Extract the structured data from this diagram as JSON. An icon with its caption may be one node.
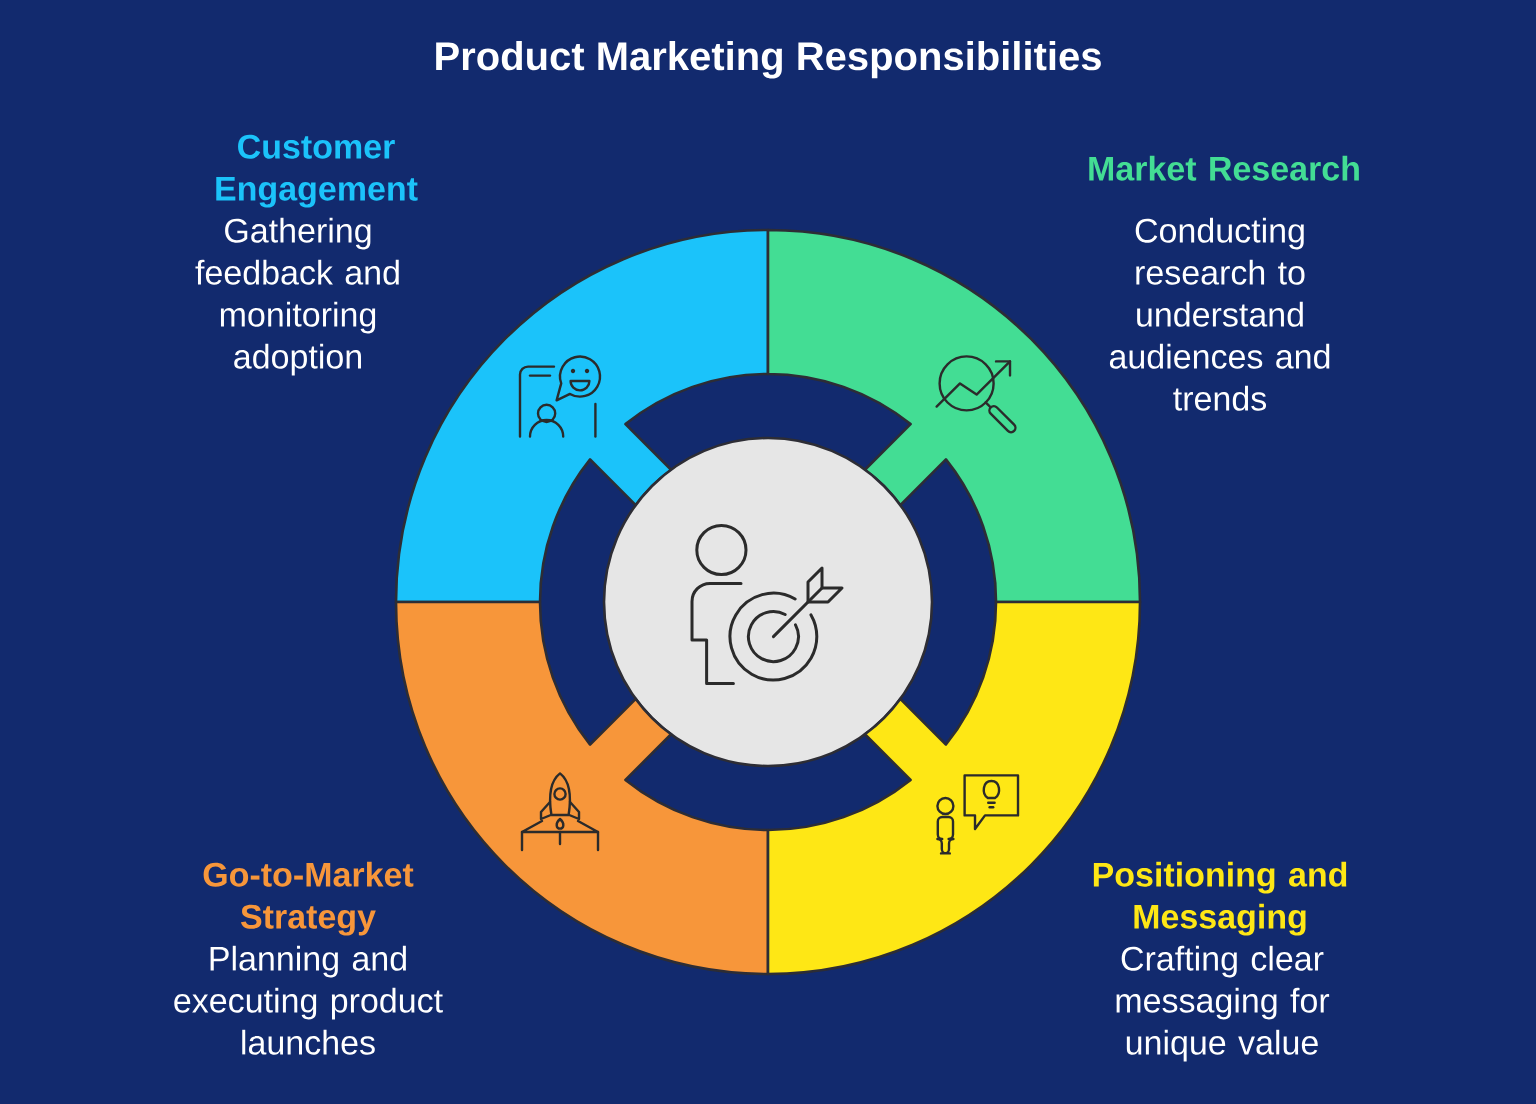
{
  "diagram": {
    "title": "Product Marketing Responsibilities",
    "nodes": [
      {
        "text": [
          "Customer Engagement",
          "Gathering feedback and monitoring adoption"
        ]
      },
      {
        "text": [
          "Market Research",
          "Conducting research to understand audiences and trends"
        ]
      },
      {
        "text": [],
        "shape": "circle"
      },
      {
        "text": [
          "Go-to-Market Strategy",
          "Planning and executing product launches"
        ]
      },
      {
        "text": [
          "Positioning and Messaging",
          "Crafting clear messaging for unique value"
        ]
      }
    ]
  }
}
